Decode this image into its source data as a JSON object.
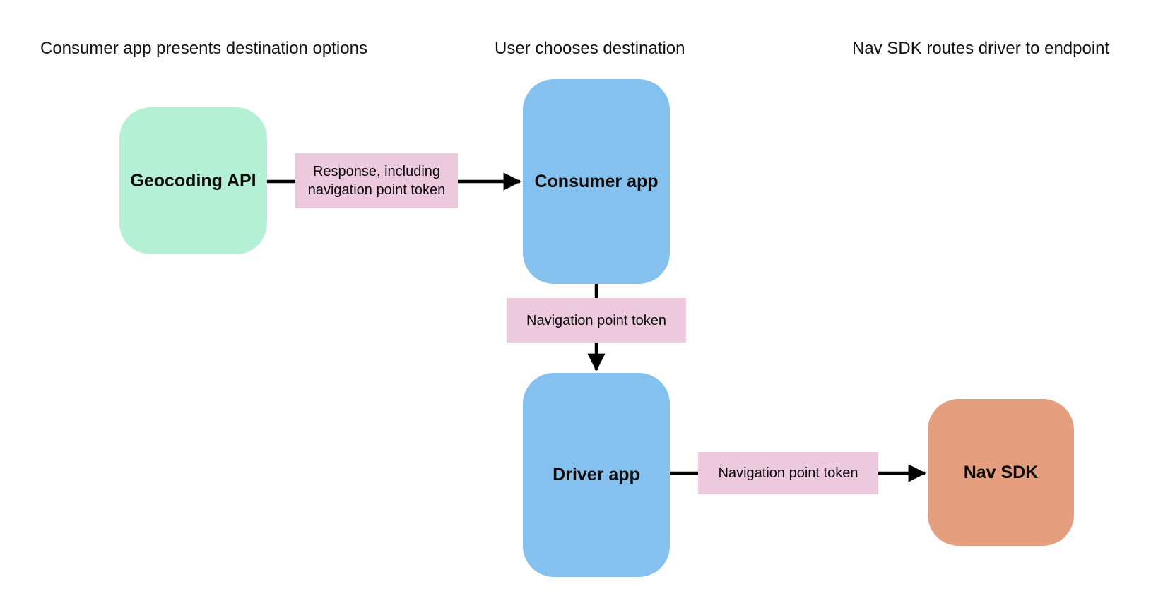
{
  "diagram": {
    "title_hint": "Navigation point token flow",
    "headings": [
      {
        "label": "Consumer app presents destination options"
      },
      {
        "label": "User chooses destination"
      },
      {
        "label": "Nav SDK routes driver to endpoint"
      }
    ],
    "nodes": [
      {
        "id": "geocoding-api",
        "label": "Geocoding API",
        "color_key": "green"
      },
      {
        "id": "consumer-app",
        "label": "Consumer app",
        "color_key": "blue"
      },
      {
        "id": "driver-app",
        "label": "Driver app",
        "color_key": "blue"
      },
      {
        "id": "nav-sdk",
        "label": "Nav SDK",
        "color_key": "orange"
      }
    ],
    "edges": [
      {
        "from": "geocoding-api",
        "to": "consumer-app",
        "label": "Response, including navigation point token"
      },
      {
        "from": "consumer-app",
        "to": "driver-app",
        "label": "Navigation point token"
      },
      {
        "from": "driver-app",
        "to": "nav-sdk",
        "label": "Navigation point token"
      }
    ],
    "colors": {
      "green": "#b4f0d6",
      "blue": "#85c1ef",
      "orange": "#e59e7e",
      "pink": "#ecc9dc",
      "arrow": "#000000",
      "text": "#111111"
    }
  }
}
